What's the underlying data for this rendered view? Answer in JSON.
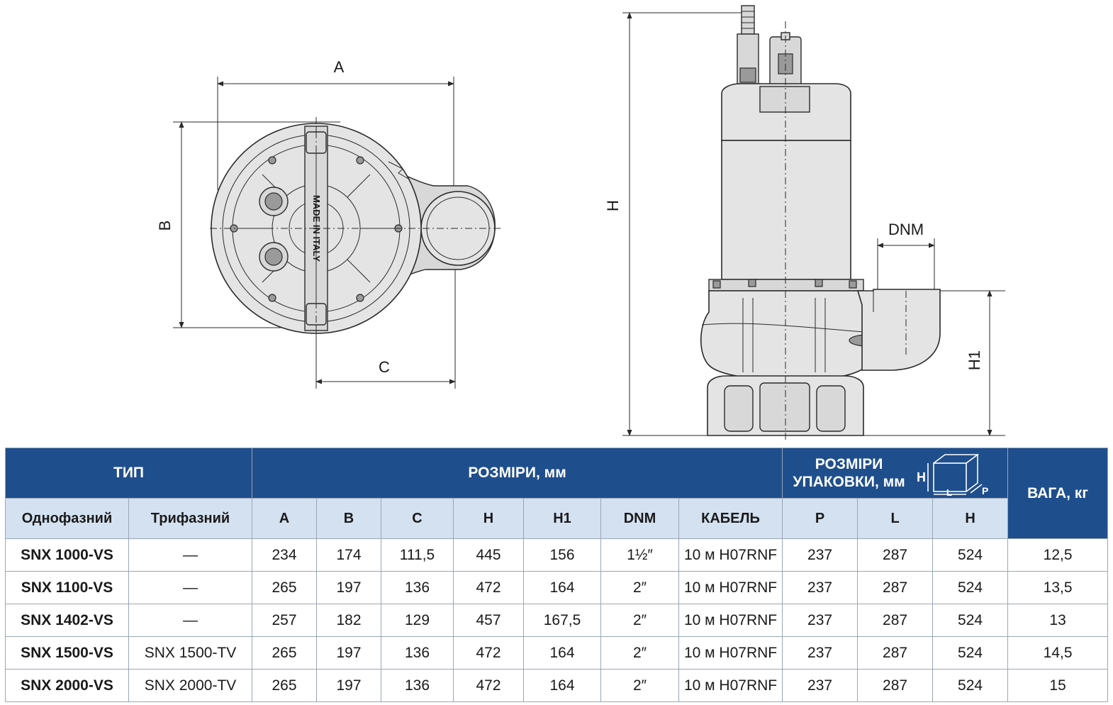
{
  "drawing": {
    "labels": {
      "a": "A",
      "b": "B",
      "c": "C",
      "h": "H",
      "h1": "H1",
      "dnm": "DNM",
      "made_in": "MADE IN ITALY"
    }
  },
  "table": {
    "header": {
      "type": "ТИП",
      "dimensions": "РОЗМІРИ, мм",
      "packaging_line1": "РОЗМІРИ",
      "packaging_line2": "УПАКОВКИ, мм",
      "weight": "ВАГА, кг",
      "box_icon_labels": {
        "h": "H",
        "l": "L",
        "p": "P"
      }
    },
    "subheader": {
      "single_phase": "Однофазний",
      "three_phase": "Трифазний",
      "a": "A",
      "b": "B",
      "c": "C",
      "h": "H",
      "h1": "H1",
      "dnm": "DNM",
      "cable": "КАБЕЛЬ",
      "p": "P",
      "l": "L",
      "ph": "H"
    },
    "rows": [
      {
        "single": "SNX 1000-VS",
        "three": "—",
        "a": "234",
        "b": "174",
        "c": "111,5",
        "h": "445",
        "h1": "156",
        "dnm": "1½″",
        "cable": "10 м H07RNF",
        "p": "237",
        "l": "287",
        "ph": "524",
        "weight": "12,5"
      },
      {
        "single": "SNX 1100-VS",
        "three": "—",
        "a": "265",
        "b": "197",
        "c": "136",
        "h": "472",
        "h1": "164",
        "dnm": "2″",
        "cable": "10 м H07RNF",
        "p": "237",
        "l": "287",
        "ph": "524",
        "weight": "13,5"
      },
      {
        "single": "SNX 1402-VS",
        "three": "—",
        "a": "257",
        "b": "182",
        "c": "129",
        "h": "457",
        "h1": "167,5",
        "dnm": "2″",
        "cable": "10 м H07RNF",
        "p": "237",
        "l": "287",
        "ph": "524",
        "weight": "13"
      },
      {
        "single": "SNX 1500-VS",
        "three": "SNX 1500-TV",
        "a": "265",
        "b": "197",
        "c": "136",
        "h": "472",
        "h1": "164",
        "dnm": "2″",
        "cable": "10 м H07RNF",
        "p": "237",
        "l": "287",
        "ph": "524",
        "weight": "14,5"
      },
      {
        "single": "SNX 2000-VS",
        "three": "SNX 2000-TV",
        "a": "265",
        "b": "197",
        "c": "136",
        "h": "472",
        "h1": "164",
        "dnm": "2″",
        "cable": "10 м H07RNF",
        "p": "237",
        "l": "287",
        "ph": "524",
        "weight": "15"
      }
    ]
  }
}
